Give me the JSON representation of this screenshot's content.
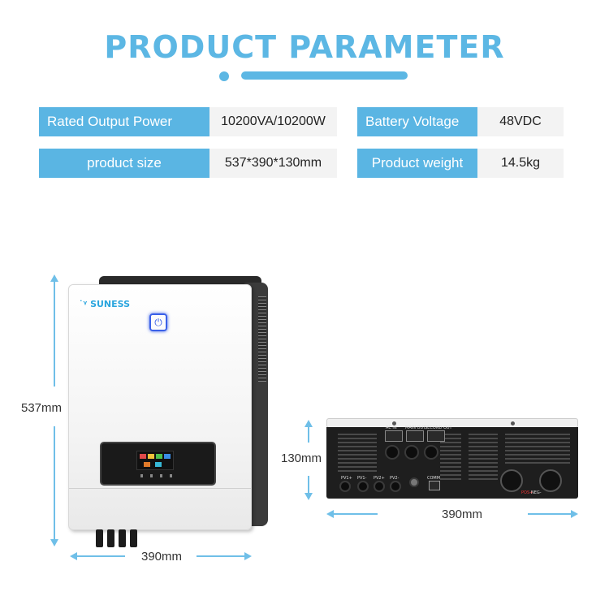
{
  "header": {
    "title": "PRODUCT PARAMETER"
  },
  "specs": [
    {
      "label": "Rated Output Power",
      "value": "10200VA/10200W"
    },
    {
      "label": "Battery Voltage",
      "value": "48VDC"
    },
    {
      "label": "product size",
      "value": "537*390*130mm"
    },
    {
      "label": "Product weight",
      "value": "14.5kg"
    }
  ],
  "front_view": {
    "brand": "SUNESS",
    "height_label": "537mm",
    "width_label": "390mm"
  },
  "bottom_view": {
    "depth_label": "130mm",
    "width_label": "390mm",
    "port_labels": [
      "PV1+",
      "PV1-",
      "PV2+",
      "PV2-",
      "COMM",
      "POS+",
      "NEG-"
    ],
    "ac_labels": [
      "AC IN",
      "MAIN OUT",
      "SECOND OUT"
    ]
  },
  "colors": {
    "accent": "#5cb7e4",
    "label_bg": "#5ab5e3",
    "value_bg": "#f3f3f3",
    "dim_arrow": "#6fbfe8"
  }
}
